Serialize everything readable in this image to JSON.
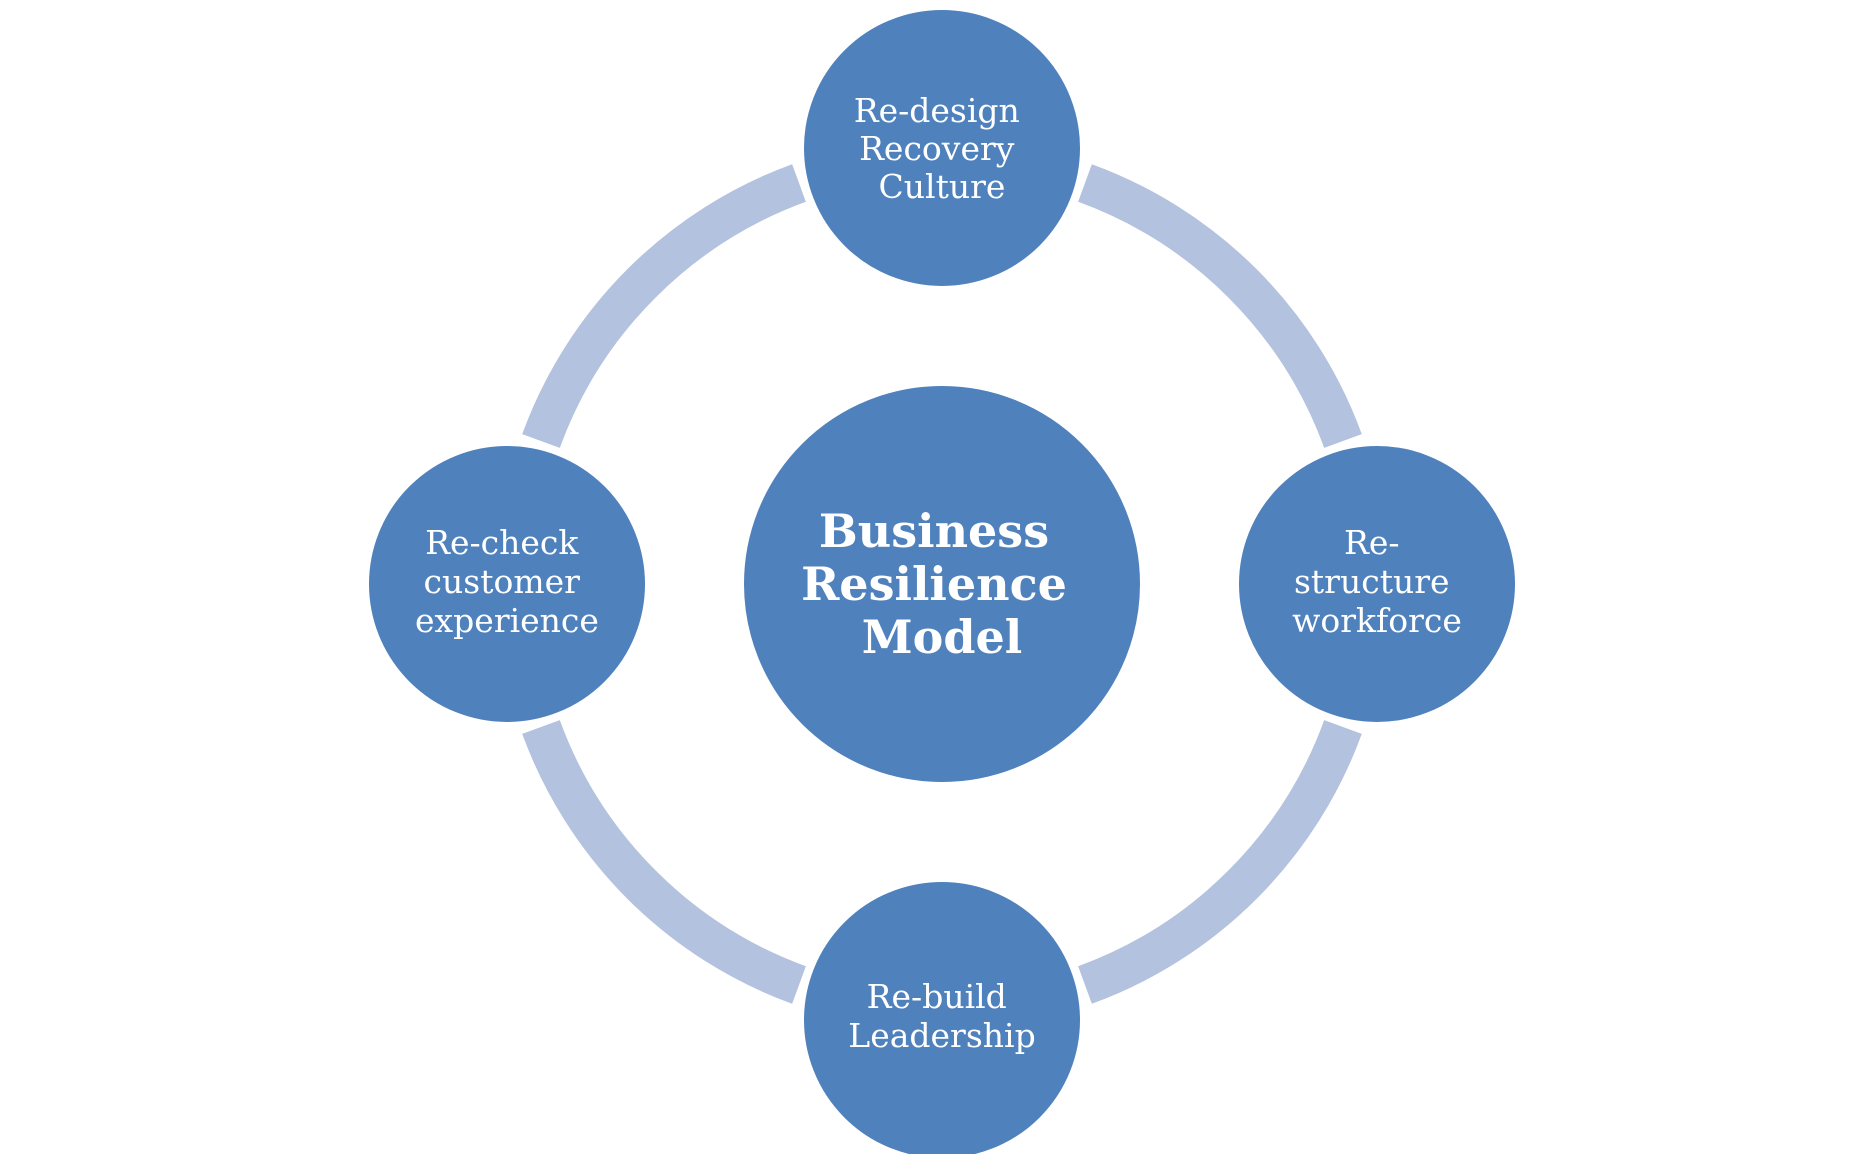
{
  "colors": {
    "background": "#ffffff",
    "circle_fill": "#4F81BD",
    "ring_stroke": "#B3C2DE",
    "text": "#ffffff"
  },
  "center": {
    "lines": [
      "Business",
      "Resilience",
      "Model"
    ]
  },
  "nodes": {
    "top": {
      "lines": [
        "Re-design",
        "Recovery",
        "Culture"
      ]
    },
    "right": {
      "lines": [
        "Re-",
        "structure",
        "workforce"
      ]
    },
    "bottom": {
      "lines": [
        "Re-build",
        "Leadership"
      ]
    },
    "left": {
      "lines": [
        "Re-check",
        "customer",
        "experience"
      ]
    }
  }
}
